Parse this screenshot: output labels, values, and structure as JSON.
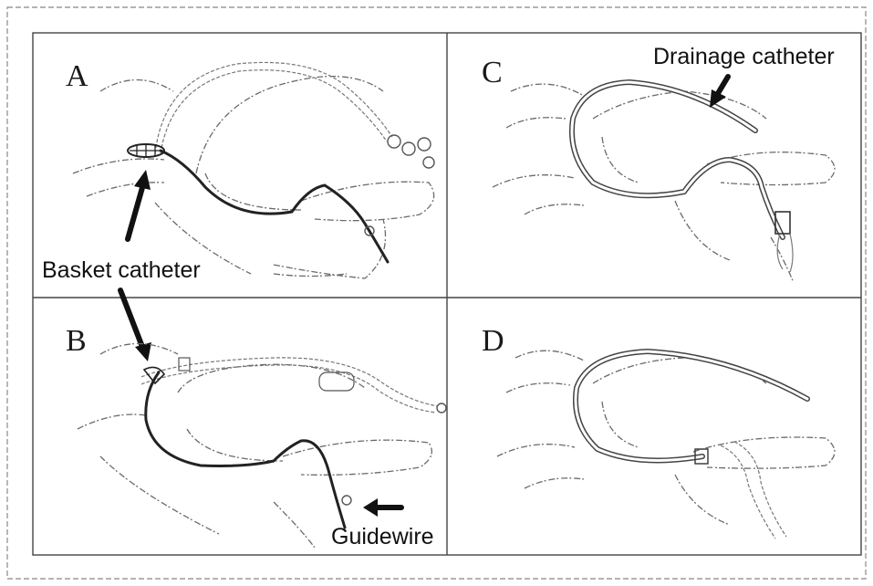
{
  "panels": [
    {
      "key": "A",
      "label": "A"
    },
    {
      "key": "B",
      "label": "B"
    },
    {
      "key": "C",
      "label": "C"
    },
    {
      "key": "D",
      "label": "D"
    }
  ],
  "callouts": {
    "basket_catheter": "Basket catheter",
    "drainage_catheter": "Drainage catheter",
    "guidewire": "Guidewire"
  },
  "colors": {
    "ink": "#111111",
    "anatomy": "#6a6a6a",
    "background": "#ffffff"
  }
}
